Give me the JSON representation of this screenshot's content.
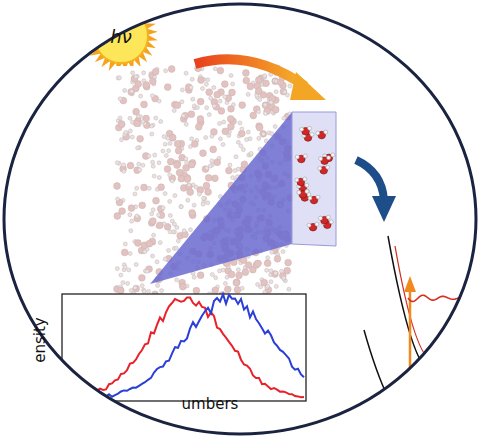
{
  "diagram": {
    "nodes": [
      {
        "text": [
          "hν"
        ]
      }
    ],
    "labels": [
      "ensity",
      "umbers"
    ]
  }
}
